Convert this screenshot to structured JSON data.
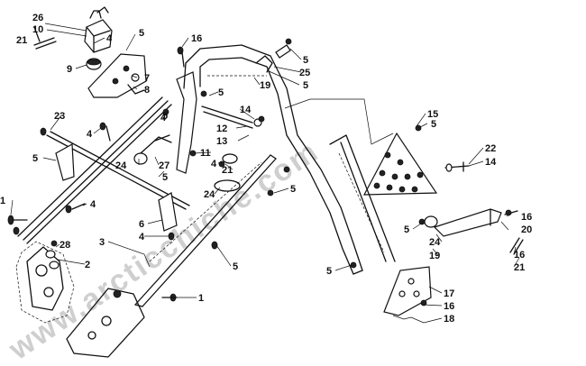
{
  "watermark": {
    "text": "www.arcticchiche.com",
    "color": "#cfcfcf"
  },
  "callouts": [
    {
      "id": "c-26a",
      "label": "26"
    },
    {
      "id": "c-10",
      "label": "10"
    },
    {
      "id": "c-21a",
      "label": "21"
    },
    {
      "id": "c-4a",
      "label": "4"
    },
    {
      "id": "c-5a",
      "label": "5"
    },
    {
      "id": "c-16a",
      "label": "16"
    },
    {
      "id": "c-9",
      "label": "9"
    },
    {
      "id": "c-7",
      "label": "7"
    },
    {
      "id": "c-8",
      "label": "8"
    },
    {
      "id": "c-5b",
      "label": "5"
    },
    {
      "id": "c-25",
      "label": "25"
    },
    {
      "id": "c-19a",
      "label": "19"
    },
    {
      "id": "c-5c",
      "label": "5"
    },
    {
      "id": "c-5d",
      "label": "5"
    },
    {
      "id": "c-23",
      "label": "23"
    },
    {
      "id": "c-4b",
      "label": "4"
    },
    {
      "id": "c-5e",
      "label": "5"
    },
    {
      "id": "c-14a",
      "label": "14"
    },
    {
      "id": "c-12",
      "label": "12"
    },
    {
      "id": "c-13",
      "label": "13"
    },
    {
      "id": "c-15",
      "label": "15"
    },
    {
      "id": "c-5f",
      "label": "5"
    },
    {
      "id": "c-4c",
      "label": "4"
    },
    {
      "id": "c-11",
      "label": "11"
    },
    {
      "id": "c-22",
      "label": "22"
    },
    {
      "id": "c-14b",
      "label": "14"
    },
    {
      "id": "c-5g",
      "label": "5"
    },
    {
      "id": "c-24a",
      "label": "24"
    },
    {
      "id": "c-27",
      "label": "27"
    },
    {
      "id": "c-5h",
      "label": "5"
    },
    {
      "id": "c-4d",
      "label": "4"
    },
    {
      "id": "c-21b",
      "label": "21"
    },
    {
      "id": "c-24b",
      "label": "24"
    },
    {
      "id": "c-5i",
      "label": "5"
    },
    {
      "id": "c-1a",
      "label": "1"
    },
    {
      "id": "c-4e",
      "label": "4"
    },
    {
      "id": "c-6",
      "label": "6"
    },
    {
      "id": "c-16b",
      "label": "16"
    },
    {
      "id": "c-20",
      "label": "20"
    },
    {
      "id": "c-5j",
      "label": "5"
    },
    {
      "id": "c-4f",
      "label": "4"
    },
    {
      "id": "c-3",
      "label": "3"
    },
    {
      "id": "c-28",
      "label": "28"
    },
    {
      "id": "c-24c",
      "label": "24"
    },
    {
      "id": "c-19b",
      "label": "19"
    },
    {
      "id": "c-2",
      "label": "2"
    },
    {
      "id": "c-5k",
      "label": "5"
    },
    {
      "id": "c-16c",
      "label": "16"
    },
    {
      "id": "c-21c",
      "label": "21"
    },
    {
      "id": "c-5l",
      "label": "5"
    },
    {
      "id": "c-1b",
      "label": "1"
    },
    {
      "id": "c-17",
      "label": "17"
    },
    {
      "id": "c-16d",
      "label": "16"
    },
    {
      "id": "c-18",
      "label": "18"
    }
  ]
}
